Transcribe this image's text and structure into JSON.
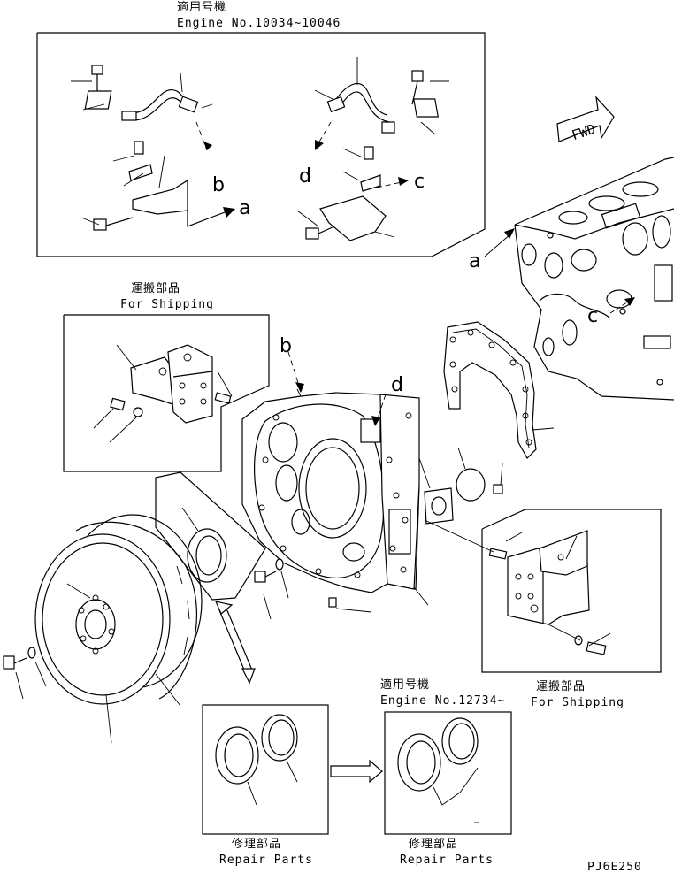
{
  "applicable_title_jp": "適用号機",
  "engine_range_top": "Engine No.10034~10046",
  "engine_range_bottom": "Engine No.12734~",
  "shipping_jp": "運搬部品",
  "shipping_en": "For Shipping",
  "repair_jp": "修理部品",
  "repair_en": "Repair Parts",
  "drawing_code": "PJ6E250",
  "fwd_label": "FWD",
  "callouts": {
    "a": "a",
    "b": "b",
    "c": "c",
    "d": "d"
  }
}
